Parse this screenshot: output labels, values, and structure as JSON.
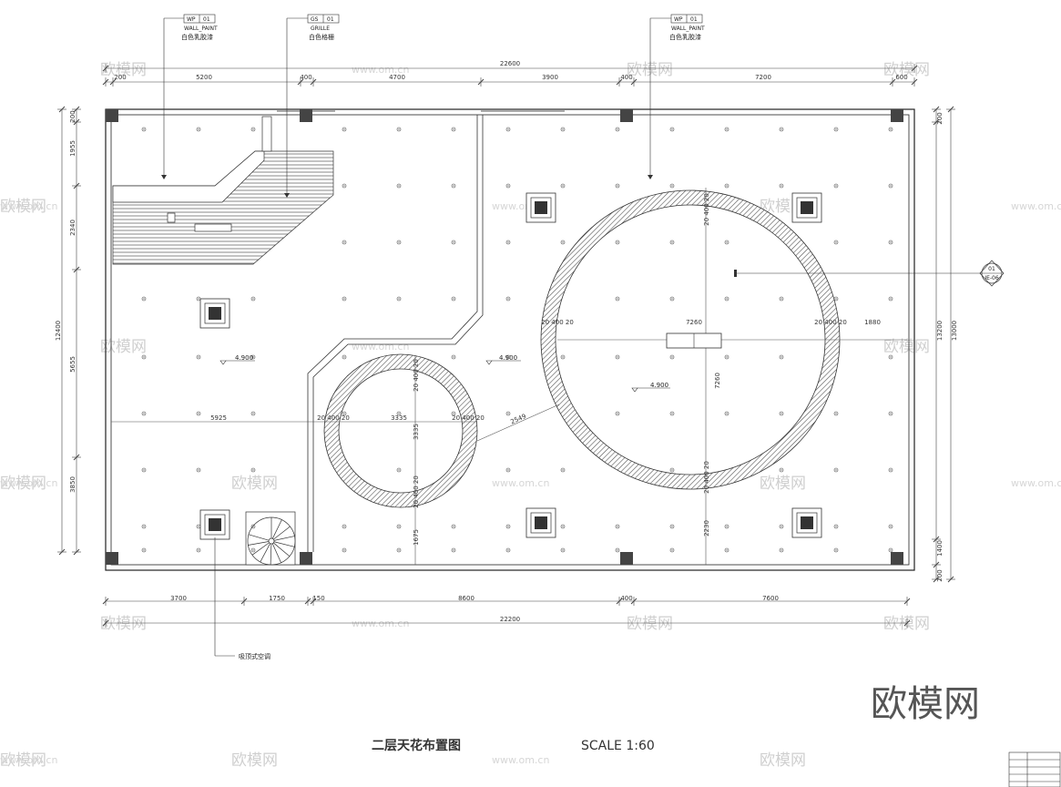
{
  "title": "二层天花布置图",
  "scale": "SCALE   1:60",
  "brand": "欧模网",
  "callouts": [
    {
      "code": "WP",
      "num": "01",
      "en": "WALL_PAINT",
      "cn": "白色乳胶漆"
    },
    {
      "code": "GS",
      "num": "01",
      "en": "GRILLE",
      "cn": "白色格栅"
    },
    {
      "code": "WP",
      "num": "01",
      "en": "WALL_PAINT",
      "cn": "白色乳胶漆"
    }
  ],
  "ac_note": "吸顶式空调",
  "elev_tag": {
    "top": "01",
    "bottom": "IE-06"
  },
  "level": "4.900",
  "watermark_logo": "欧模网",
  "watermark_url": "www.om.cn",
  "dims": {
    "top_total": "22600",
    "top": [
      "200",
      "5200",
      "400",
      "4700",
      "3900",
      "400",
      "7200",
      "600"
    ],
    "bottom_total": "22200",
    "bottom": [
      "3700",
      "1750",
      "150",
      "8600",
      "400",
      "7600"
    ],
    "left_total": "12400",
    "left": [
      "200",
      "1955",
      "2340",
      "5655",
      "3850"
    ],
    "right_a": "13200",
    "right_b": "13000",
    "right": [
      "200",
      "1400",
      "200"
    ],
    "inner": [
      "5925",
      "3335",
      "2549",
      "7260",
      "7260",
      "1880",
      "3335",
      "1675",
      "2230"
    ],
    "ring": "20 400 20"
  }
}
